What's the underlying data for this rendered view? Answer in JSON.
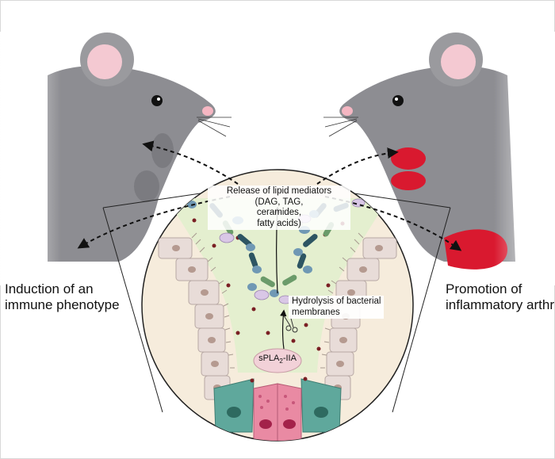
{
  "labels": {
    "left_line1": "Induction of an",
    "left_line2": "immune phenotype",
    "right_line1": "Promotion of",
    "right_line2": "inflammatory arthritis",
    "release_line1": "Release of lipid mediators",
    "release_line2": "(DAG, TAG,",
    "release_line3": "ceramides,",
    "release_line4": "fatty acids)",
    "hydrolysis_line1": "Hydrolysis of bacterial",
    "hydrolysis_line2": "membranes",
    "enzyme_prefix": "sPLA",
    "enzyme_sub": "2",
    "enzyme_suffix": "-IIA"
  },
  "icons": [
    "mouse-left",
    "mouse-right",
    "scissors-icon",
    "bacteria",
    "epithelial-cells"
  ],
  "colors": {
    "mouse_fur": "#8a8a8e",
    "mouse_ear": "#f4c9d2",
    "nose": "#f5b6c2",
    "inflamed_paw": "#d9192f",
    "lumen": "#e4efcf",
    "lamina": "#f6ecdc",
    "cell": "#e8dcd8",
    "goblet": "#e98aa3",
    "enteroendocrine": "#5fa89c",
    "bacteria_dark": "#2d5563",
    "bacteria_blue": "#6f98b4",
    "bacteria_green": "#6b9b6a",
    "vesicle": "#d9c7e6",
    "enzyme": "#f2d1d8"
  }
}
